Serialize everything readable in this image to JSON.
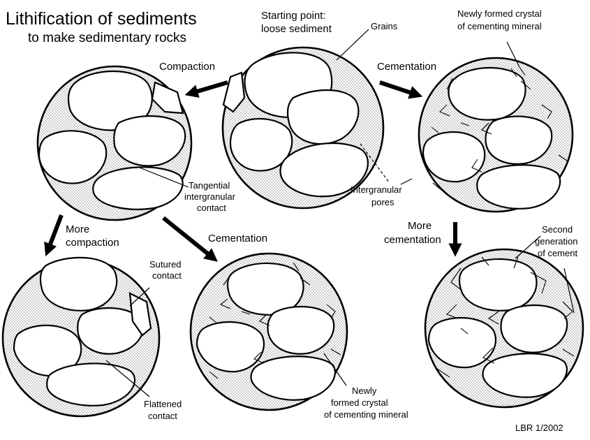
{
  "title": "Lithification of sediments",
  "subtitle": "to make sedimentary rocks",
  "labels": {
    "starting_point_1": "Starting point:",
    "starting_point_2": "loose sediment",
    "grains": "Grains",
    "newly_formed_top_1": "Newly formed crystal",
    "newly_formed_top_2": "of cementing mineral",
    "compaction": "Compaction",
    "cementation_top": "Cementation",
    "tangential_1": "Tangential",
    "tangential_2": "intergranular",
    "tangential_3": "contact",
    "intergranular_1": "Intergranular",
    "intergranular_2": "pores",
    "more_compaction_1": "More",
    "more_compaction_2": "compaction",
    "cementation_mid": "Cementation",
    "more_cementation_1": "More",
    "more_cementation_2": "cementation",
    "second_gen_1": "Second",
    "second_gen_2": "generation",
    "second_gen_3": "of cement",
    "sutured_1": "Sutured",
    "sutured_2": "contact",
    "flattened_1": "Flattened",
    "flattened_2": "contact",
    "newly_formed_bottom_1": "Newly",
    "newly_formed_bottom_2": "formed crystal",
    "newly_formed_bottom_3": "of cementing mineral",
    "credit": "LBR 1/2002"
  },
  "colors": {
    "ink": "#000000",
    "background": "#ffffff",
    "pore_stipple": "#8a8a8a"
  }
}
